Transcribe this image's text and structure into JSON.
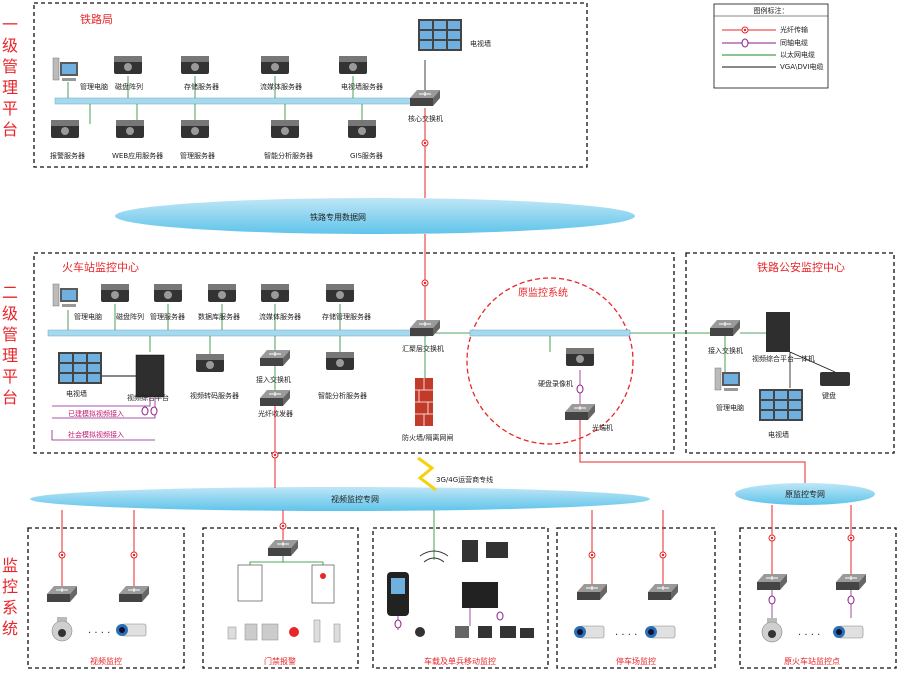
{
  "tiers": {
    "tier1": "一级管理平台",
    "tier2": "二级管理平台",
    "tier3": "监控系统"
  },
  "legend": {
    "title": "图例标注：",
    "items": [
      "光纤传输",
      "同轴电缆",
      "以太网电缆",
      "VGA\\DVI电缆"
    ]
  },
  "railway_bureau": {
    "title": "铁路局",
    "top_devices": [
      "管理电脑",
      "磁盘阵列",
      "存储服务器",
      "流媒体服务器",
      "电视墙服务器"
    ],
    "bottom_devices": [
      "报警服务器",
      "WEB应用服务器",
      "管理服务器",
      "智能分析服务器",
      "GIS服务器"
    ],
    "tv_wall": "电视墙",
    "core_switch": "核心交换机"
  },
  "rail_data_network": "铁路专用数据网",
  "station_center": {
    "title": "火车站监控中心",
    "top_devices": [
      "管理电脑",
      "磁盘阵列",
      "管理服务器",
      "数据库服务器",
      "流媒体服务器",
      "存储管理服务器"
    ],
    "tv_wall": "电视墙",
    "platform": "视频综合平台",
    "decode_server": "视频转码服务器",
    "access_switch": "接入交换机",
    "optical_transceiver": "光纤收发器",
    "smart_server": "智能分析服务器",
    "agg_switch": "汇聚层交换机",
    "firewall": "防火墙/隔离网闸",
    "link_a": "已建模拟视频接入",
    "link_b": "社会模拟视频接入"
  },
  "legacy_system": {
    "title": "原监控系统",
    "dvr": "硬盘录像机",
    "transceiver": "光端机"
  },
  "police_center": {
    "title": "铁路公安监控中心",
    "access_switch": "接入交换机",
    "platform": "视频综合平台一体机",
    "pc": "管理电脑",
    "keyboard": "键盘",
    "tv_wall": "电视墙"
  },
  "video_network": "视频监控专网",
  "carrier_line": "3G/4G运营商专线",
  "legacy_network": "原监控专网",
  "subsystems": [
    "视频监控",
    "门禁报警",
    "车载及单兵移动监控",
    "停车场监控",
    "原火车站监控点"
  ]
}
